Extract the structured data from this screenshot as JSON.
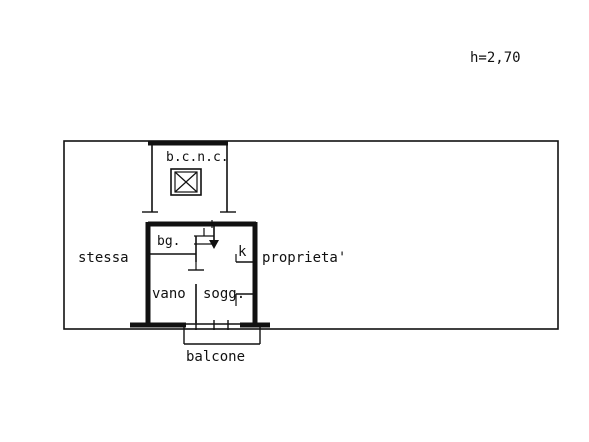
{
  "header": {
    "height_note": "h=2,70"
  },
  "rooms": {
    "cellar": "b.c.n.c.",
    "bathroom": "bg.",
    "kitchen": "k",
    "room": "vano",
    "living": "sogg.",
    "balcony": "balcone"
  },
  "neighbors": {
    "left": "stessa",
    "right": "proprieta'"
  },
  "colors": {
    "ink": "#111111",
    "background": "#ffffff"
  }
}
